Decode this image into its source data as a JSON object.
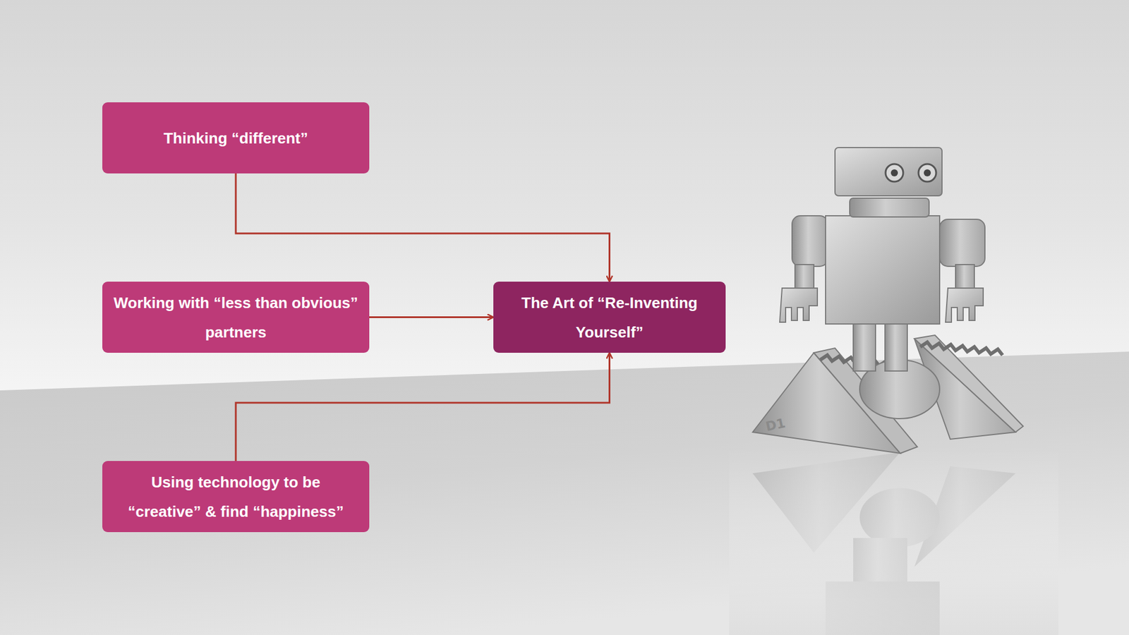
{
  "diagram": {
    "nodes": [
      {
        "text": [
          "Thinking “different”"
        ]
      },
      {
        "text": [
          "Working with “less than obvious” partners"
        ]
      },
      {
        "text": [
          "Using technology to be “creative” & find “happiness”"
        ]
      },
      {
        "text": [
          "The Art of “Re-Inventing Yourself”"
        ]
      }
    ],
    "edges": [
      {
        "from": 0,
        "to": 3,
        "arrow": "to"
      },
      {
        "from": 1,
        "to": 3,
        "arrow": "to"
      },
      {
        "from": 2,
        "to": 3,
        "arrow": "to"
      }
    ],
    "labels": [
      "D1"
    ]
  }
}
